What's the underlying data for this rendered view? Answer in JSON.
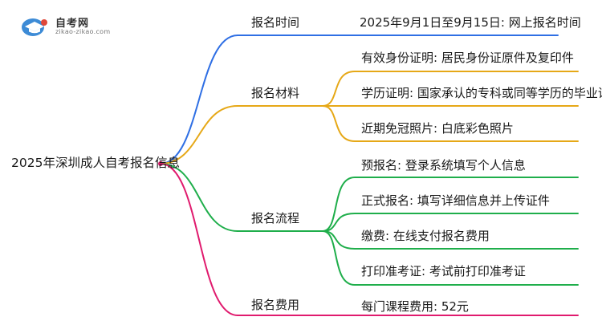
{
  "logo": {
    "name": "自考网",
    "url": "zikao-zikao.com",
    "icon": "graduation-cap-icon",
    "colors": {
      "blue": "#3d8bd6",
      "red": "#e0483a"
    }
  },
  "root": "2025年深圳成人自考报名信息",
  "branches": [
    {
      "label": "报名时间",
      "color": "#2f6fe4",
      "items": [
        "2025年9月1日至9月15日: 网上报名时间"
      ]
    },
    {
      "label": "报名材料",
      "color": "#e6a817",
      "items": [
        "有效身份证明: 居民身份证原件及复印件",
        "学历证明: 国家承认的专科或同等学历的毕业证书",
        "近期免冠照片: 白底彩色照片"
      ]
    },
    {
      "label": "报名流程",
      "color": "#1fae4b",
      "items": [
        "预报名: 登录系统填写个人信息",
        "正式报名: 填写详细信息并上传证件",
        "缴费: 在线支付报名费用",
        "打印准考证: 考试前打印准考证"
      ]
    },
    {
      "label": "报名费用",
      "color": "#e01b6e",
      "items": [
        "每门课程费用: 52元"
      ]
    }
  ]
}
